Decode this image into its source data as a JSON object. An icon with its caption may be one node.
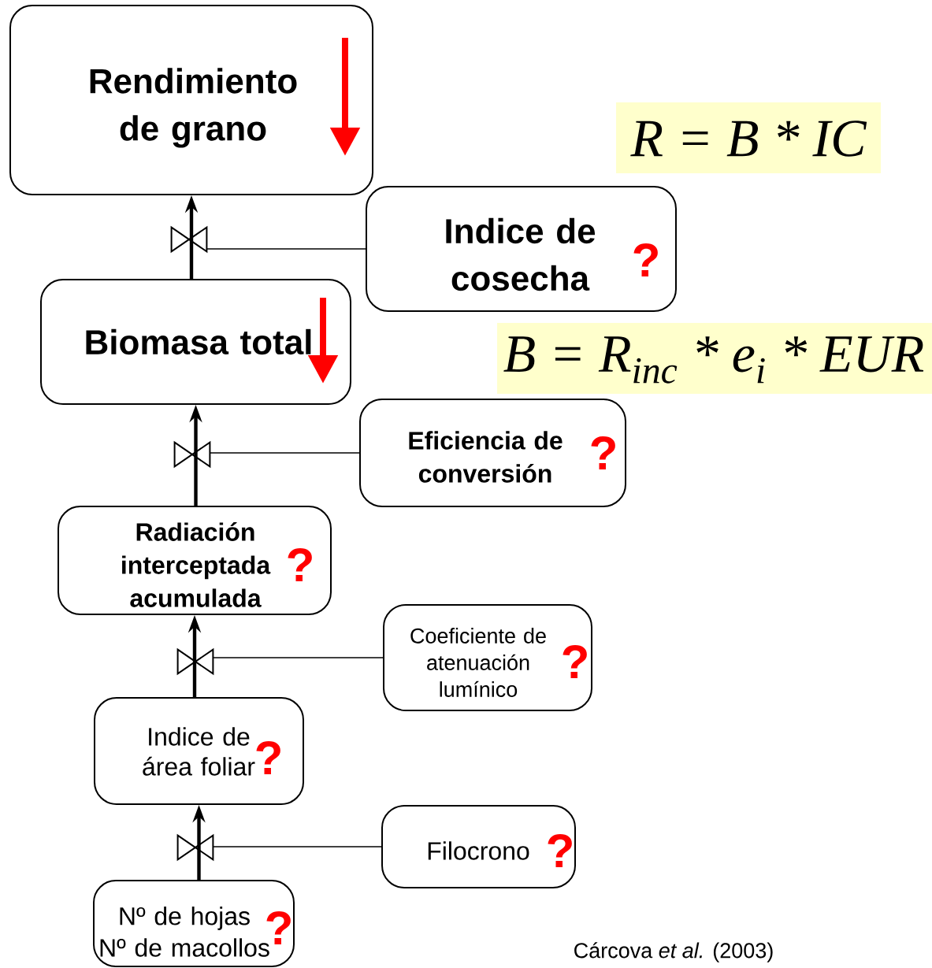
{
  "diagram": {
    "nodes": [
      {
        "text": [
          "Rendimiento de grano"
        ]
      },
      {
        "text": [
          "R = B * IC"
        ]
      },
      {
        "text": [
          "Indice de cosecha",
          "?"
        ]
      },
      {
        "text": [],
        "shape": "valve"
      },
      {
        "text": [
          "Biomasa total"
        ]
      },
      {
        "text": [
          "B = R$_{inc}$ * e$_{i}$ * EUR"
        ]
      },
      {
        "text": [
          "Eficiencia de conversión",
          "?"
        ]
      },
      {
        "text": [],
        "shape": "valve"
      },
      {
        "text": [
          "Radiación interceptada acumulada",
          "?"
        ]
      },
      {
        "text": [
          "Coeficiente de atenuación lumínico",
          "?"
        ]
      },
      {
        "text": [],
        "shape": "valve"
      },
      {
        "text": [
          "Indice de área foliar",
          "?"
        ]
      },
      {
        "text": [
          "Filocrono",
          "?"
        ]
      },
      {
        "text": [],
        "shape": "valve"
      },
      {
        "text": [
          "Nº de hojas",
          "Nº de macollos",
          "?"
        ]
      }
    ],
    "edges": [
      {
        "from": 14,
        "to": 11,
        "arrow": "to",
        "style": "thick"
      },
      {
        "from": 11,
        "to": 8,
        "arrow": "to",
        "style": "thick"
      },
      {
        "from": 8,
        "to": 4,
        "arrow": "to",
        "style": "thick"
      },
      {
        "from": 4,
        "to": 0,
        "arrow": "to",
        "style": "thick"
      },
      {
        "from": 12,
        "to": 13,
        "arrow": "none"
      },
      {
        "from": 9,
        "to": 10,
        "arrow": "none"
      },
      {
        "from": 6,
        "to": 7,
        "arrow": "none"
      },
      {
        "from": 2,
        "to": 3,
        "arrow": "none"
      }
    ],
    "labels": [
      "Cárcova *et al.* (2003)"
    ]
  }
}
